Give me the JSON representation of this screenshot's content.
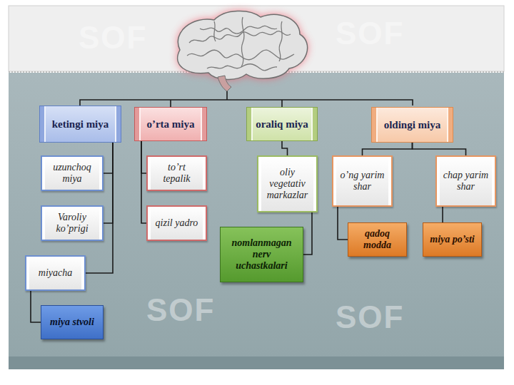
{
  "diagram": {
    "nodes": [
      {
        "text": [
          "ketingi miya"
        ]
      },
      {
        "text": [
          "o’rta miya"
        ]
      },
      {
        "text": [
          "oraliq miya"
        ]
      },
      {
        "text": [
          "oldingi miya"
        ]
      },
      {
        "text": [
          "uzunchoq miya"
        ]
      },
      {
        "text": [
          "Varoliy ko’prigi"
        ]
      },
      {
        "text": [
          "miyacha"
        ]
      },
      {
        "text": [
          "miya stvoli"
        ]
      },
      {
        "text": [
          "to’rt tepalik"
        ]
      },
      {
        "text": [
          "qizil yadro"
        ]
      },
      {
        "text": [
          "oliy vegetativ markazlar"
        ]
      },
      {
        "text": [
          "nomlanmagan nerv uchastkalari"
        ]
      },
      {
        "text": [
          "o’ng yarim shar"
        ]
      },
      {
        "text": [
          "chap yarim shar"
        ]
      },
      {
        "text": [
          "qadoq modda"
        ]
      },
      {
        "text": [
          "miya po’sti"
        ]
      }
    ],
    "edges": [
      {
        "from": 0,
        "to": 4,
        "arrow": "none"
      },
      {
        "from": 0,
        "to": 5,
        "arrow": "none"
      },
      {
        "from": 0,
        "to": 6,
        "arrow": "none"
      },
      {
        "from": 6,
        "to": 7,
        "arrow": "none"
      },
      {
        "from": 1,
        "to": 8,
        "arrow": "none"
      },
      {
        "from": 1,
        "to": 9,
        "arrow": "none"
      },
      {
        "from": 2,
        "to": 10,
        "arrow": "none"
      },
      {
        "from": 10,
        "to": 11,
        "arrow": "none"
      },
      {
        "from": 3,
        "to": 12,
        "arrow": "none"
      },
      {
        "from": 3,
        "to": 13,
        "arrow": "none"
      },
      {
        "from": 12,
        "to": 14,
        "arrow": "none"
      },
      {
        "from": 13,
        "to": 15,
        "arrow": "none"
      }
    ],
    "labels": [
      "SOF",
      "SOF",
      "SOF",
      "SOF"
    ]
  }
}
